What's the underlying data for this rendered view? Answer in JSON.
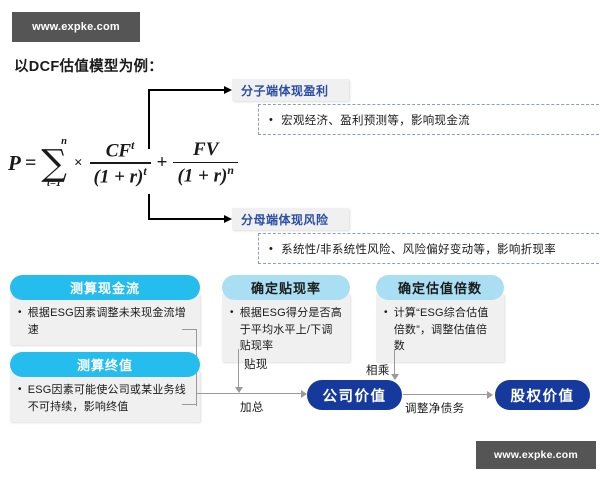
{
  "watermark": {
    "top": "www.expke.com",
    "bottom": "www.expke.com"
  },
  "intro": "以DCF估值模型为例：",
  "formula": {
    "lhs": "P",
    "equals": "=",
    "sigma_upper": "n",
    "sigma_symbol": "∑",
    "sigma_lower": "t=1",
    "times": "×",
    "term1_numerator": "CF",
    "term1_numerator_sub": "t",
    "term1_denominator": "(1 + r)",
    "term1_denominator_exp": "t",
    "plus": "+",
    "term2_numerator": "FV",
    "term2_denominator": "(1 + r)",
    "term2_denominator_exp": "n",
    "plain_text": "P = ∑(t=1..n) × CF_t/(1+r)^t + FV/(1+r)^n"
  },
  "callouts": [
    {
      "label": "分子端体现盈利",
      "bullet": "•",
      "body": "宏观经济、盈利预测等，影响现金流"
    },
    {
      "label": "分母端体现风险",
      "bullet": "•",
      "body": "系统性/非系统性风险、风险偏好变动等，影响折现率"
    }
  ],
  "stages": [
    {
      "title": "测算现金流",
      "bullet": "•",
      "body": "根据ESG因素调整未来现金流增速",
      "style": "cyan"
    },
    {
      "title": "测算终值",
      "bullet": "•",
      "body": "ESG因素可能使公司或某业务线不可持续，影响终值",
      "style": "cyan"
    },
    {
      "title": "确定贴现率",
      "bullet": "•",
      "body": "根据ESG得分是否高于平均水平上/下调贴现率",
      "style": "light"
    },
    {
      "title": "确定估值倍数",
      "bullet": "•",
      "body": "计算“ESG综合估值倍数”，调整估值倍数",
      "style": "light"
    }
  ],
  "edge_labels": {
    "discount": "贴现",
    "sum": "加总",
    "multiply": "相乘",
    "adjust_net_debt": "调整净债务"
  },
  "results": [
    {
      "label": "公司价值"
    },
    {
      "label": "股权价值"
    }
  ],
  "colors": {
    "cyan": "#25bcee",
    "light_blue": "#aadff3",
    "navy": "#15399c",
    "callout_text": "#2b4fa4",
    "connector_grey": "#9a9a9a",
    "watermark_bg": "#555555",
    "card_body_bg": "#f0f0f0"
  }
}
